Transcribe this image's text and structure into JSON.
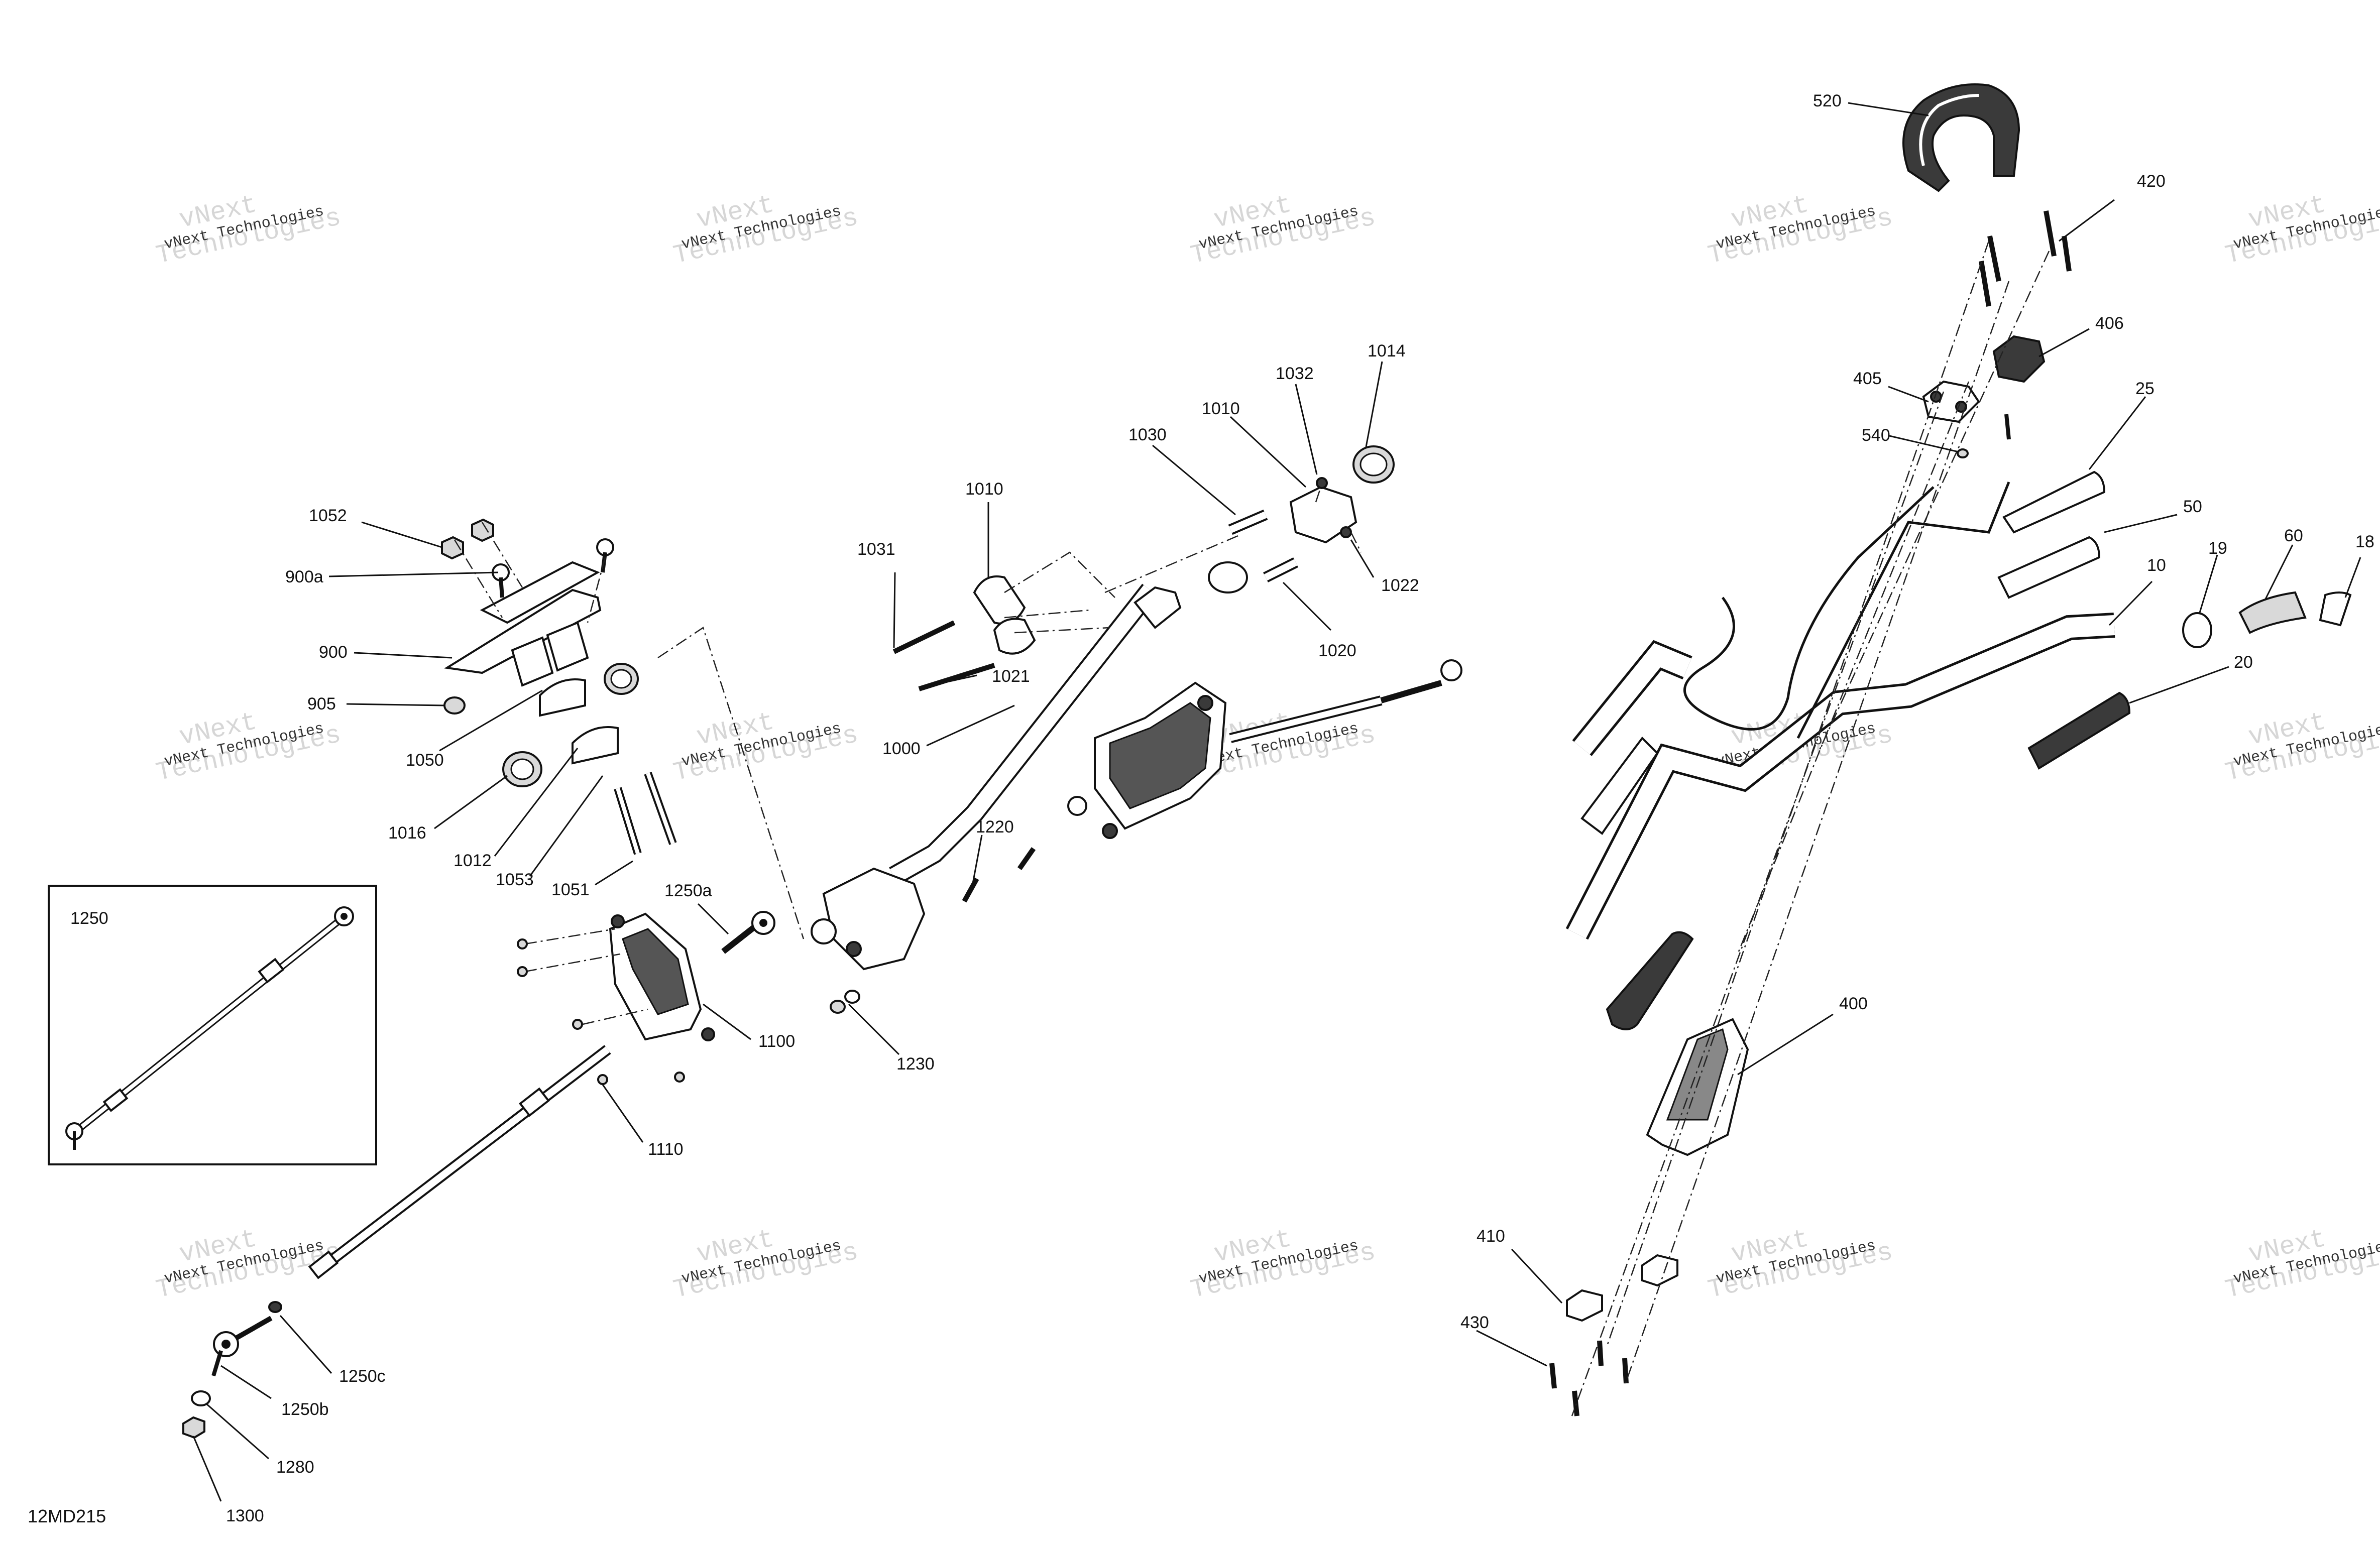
{
  "diagram_code": "12MD215",
  "inset_label": "1250",
  "watermark_text": "vNext Technologies",
  "watermark_big": [
    "vNext",
    "Technologies"
  ],
  "callouts": {
    "c1052": "1052",
    "c900a": "900a",
    "c900": "900",
    "c905": "905",
    "c1050": "1050",
    "c1016": "1016",
    "c1012": "1012",
    "c1053": "1053",
    "c1051": "1051",
    "c1250a": "1250a",
    "c1100": "1100",
    "c1110": "1110",
    "c1250c": "1250c",
    "c1250b": "1250b",
    "c1280": "1280",
    "c1300": "1300",
    "c1031": "1031",
    "c1010a": "1010",
    "c1021": "1021",
    "c1000": "1000",
    "c1220": "1220",
    "c1230": "1230",
    "c1030": "1030",
    "c1010b": "1010",
    "c1032": "1032",
    "c1014": "1014",
    "c1022": "1022",
    "c1020": "1020",
    "c520": "520",
    "c420": "420",
    "c406": "406",
    "c405": "405",
    "c540": "540",
    "c25": "25",
    "c50": "50",
    "c10": "10",
    "c19": "19",
    "c60": "60",
    "c18": "18",
    "c20": "20",
    "c400": "400",
    "c410": "410",
    "c430": "430"
  }
}
